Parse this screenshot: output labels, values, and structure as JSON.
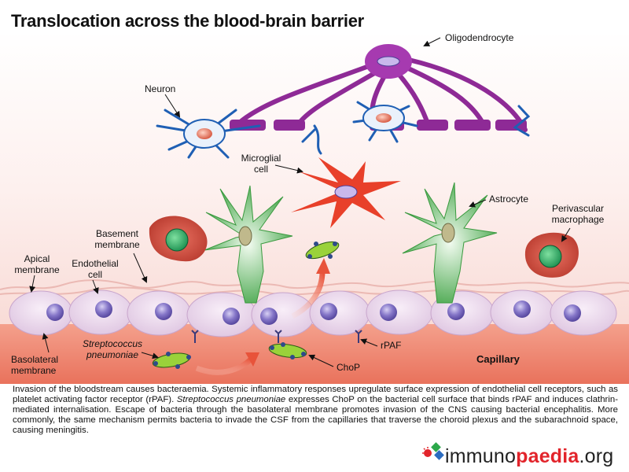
{
  "title": "Translocation across the blood-brain barrier",
  "labels": {
    "oligodendrocyte": "Oligodendrocyte",
    "neuron": "Neuron",
    "microglial_1": "Microglial",
    "microglial_2": "cell",
    "astrocyte": "Astrocyte",
    "perivascular_1": "Perivascular",
    "perivascular_2": "macrophage",
    "basement_1": "Basement",
    "basement_2": "membrane",
    "apical_1": "Apical",
    "apical_2": "membrane",
    "endothelial_1": "Endothelial",
    "endothelial_2": "cell",
    "basolateral_1": "Basolateral",
    "basolateral_2": "membrane",
    "strep_1": "Streptococcus",
    "strep_2": "pneumoniae",
    "rpaf": "rPAF",
    "chop": "ChoP",
    "capillary": "Capillary"
  },
  "caption": {
    "part1": "Invasion of the bloodstream causes bacteraemia. Systemic inflammatory responses upregulate surface expression of endothelial cell receptors, such as platelet activating factor receptor (rPAF). ",
    "species": "Streptococcus pneumoniae",
    "part2": " expresses ChoP on the bacterial cell surface that binds rPAF and induces clathrin-mediated internalisation. Escape of bacteria through the basolateral membrane promotes invasion of the CNS causing bacterial encephalitis. More commonly, the same mechanism permits bacteria to invade the CSF from the capillaries that traverse the choroid plexus and the subarachnoid space, causing meningitis."
  },
  "logo": {
    "immuno": "immuno",
    "paedia": "paedia",
    "org": ".org"
  },
  "colors": {
    "oligodendrocyte": "#8e2a96",
    "neuron": "#1f5fb4",
    "microglia": "#e8402a",
    "astrocyte": "#4bb04b",
    "macrophage": "#c9483a",
    "endothelium": "#e9d6ea",
    "nucleus": "#7a6bc0",
    "capillary": "#ef8f7a",
    "bacteria": "#9ad23a",
    "logo_accent": "#e2242b"
  }
}
